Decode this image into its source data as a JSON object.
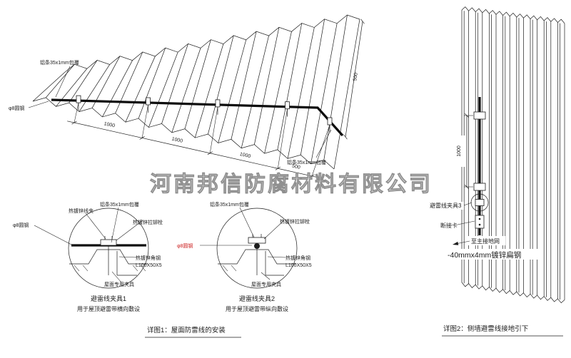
{
  "colors": {
    "ink": "#1c1c1c",
    "red": "#cc2222",
    "watermark": "#8f8f8f",
    "background": "#ffffff"
  },
  "watermark_text": "河南邦信防腐材料有限公司",
  "roof_view": {
    "label_alu_strip_top": "铝条35x1mm包覆",
    "label_round_steel": "φ8圆钢",
    "label_alu_strip_right": "铝条35x1mm包覆",
    "dim_1": "1000",
    "dim_2": "1000",
    "dim_3": "1000",
    "dim_4": "500",
    "dim_right": "500"
  },
  "detail_1": {
    "label_wire_clip": "热镀锌线夹",
    "label_alu_strip": "铝条35x1mm包覆",
    "label_rivet": "热镀锌拉铆栓",
    "label_round_steel": "φ8圆钢",
    "label_angle_steel": "热镀锌角钢",
    "label_angle_size": "L100X50X5",
    "label_roof_clamp": "屋面专用夹具",
    "title": "避雷线夹具1",
    "subtitle": "用于屋顶避雷带横向敷设"
  },
  "detail_2": {
    "label_alu_strip": "铝条35x1mm包覆",
    "label_rivet": "热镀锌拉铆栓",
    "label_round_steel": "φ8圆钢",
    "label_angle_steel": "热镀锌角钢",
    "label_angle_size": "L100X50X5",
    "label_roof_clamp": "屋面专用夹具",
    "title": "避雷线夹具2",
    "subtitle": "用于屋顶避雷带纵向敷设"
  },
  "wall_view": {
    "label_clamp3": "避雷线夹具3",
    "label_disconnect": "断接卡",
    "label_to_ground": "至主接地网",
    "label_flat_steel": "-40mmx4mm镀锌扁钢",
    "dim_vertical": "1000"
  },
  "captions": {
    "figure_1": "详图1：屋面防雷线的安装",
    "figure_2": "详图2：侧墙避雷线接地引下"
  }
}
